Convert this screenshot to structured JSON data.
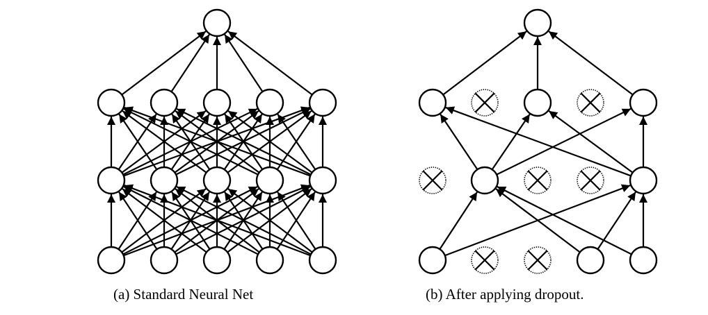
{
  "figure": {
    "colors": {
      "line": "#000000",
      "node_fill": "#ffffff",
      "background": "#ffffff"
    },
    "panels": [
      {
        "id": "a",
        "caption": "(a) Standard Neural Net",
        "layers": [
          {
            "name": "input",
            "units": [
              true,
              true,
              true,
              true,
              true
            ]
          },
          {
            "name": "hidden-1",
            "units": [
              true,
              true,
              true,
              true,
              true
            ]
          },
          {
            "name": "hidden-2",
            "units": [
              true,
              true,
              true,
              true,
              true
            ]
          },
          {
            "name": "output",
            "units": [
              true
            ]
          }
        ],
        "connectivity": "full"
      },
      {
        "id": "b",
        "caption": "(b) After applying dropout.",
        "layers": [
          {
            "name": "input",
            "units": [
              true,
              false,
              false,
              true,
              true
            ]
          },
          {
            "name": "hidden-1",
            "units": [
              false,
              true,
              false,
              false,
              true
            ]
          },
          {
            "name": "hidden-2",
            "units": [
              true,
              false,
              true,
              false,
              true
            ]
          },
          {
            "name": "output",
            "units": [
              true
            ]
          }
        ],
        "connectivity": "full-among-active"
      }
    ]
  }
}
